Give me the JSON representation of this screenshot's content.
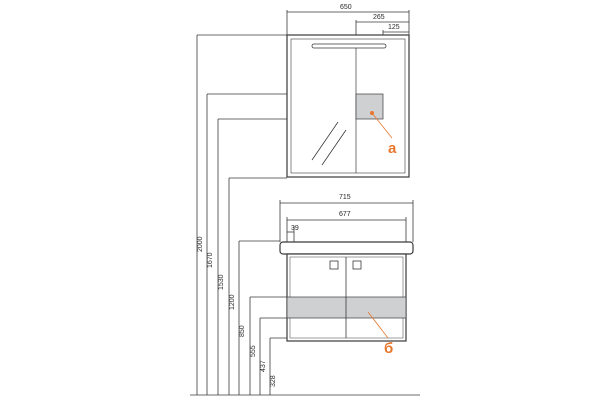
{
  "diagram": {
    "accent_color": "#e8772e",
    "line_color": "#3a3a3a",
    "fill_gray": "#cfd0d2",
    "mirror_cabinet": {
      "widths": [
        "650",
        "265",
        "125"
      ],
      "callout": "а"
    },
    "vanity": {
      "widths": [
        "715",
        "677"
      ],
      "offset": "39",
      "callout": "б"
    },
    "heights": [
      "2000",
      "1670",
      "1530",
      "1200",
      "850",
      "555",
      "437",
      "328"
    ]
  }
}
